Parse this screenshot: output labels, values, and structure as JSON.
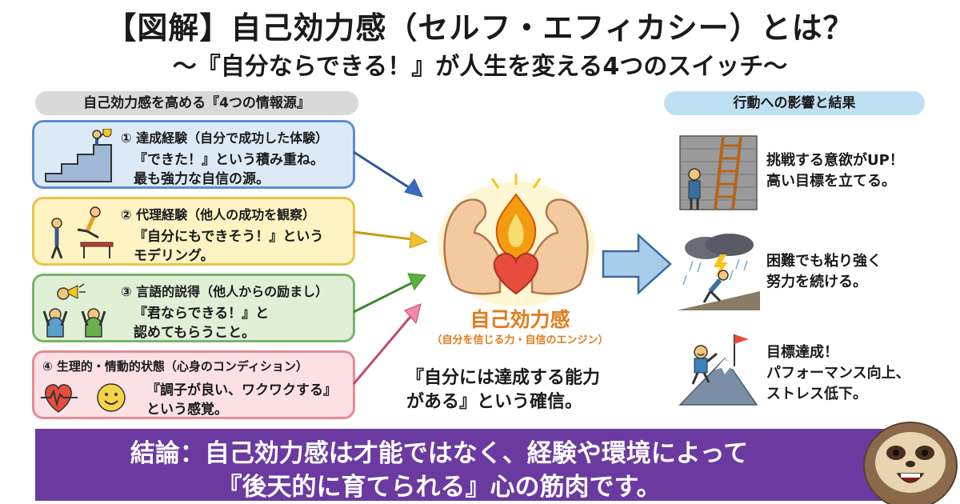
{
  "title": "【図解】自己効力感（セルフ・エフィカシー）とは？",
  "subtitle": "〜『自分ならできる！』が人生を変える4つのスイッチ〜",
  "sources": {
    "header": "自己効力感を高める『4つの情報源』",
    "items": [
      {
        "heading": "① 達成経験（自分で成功した体験）",
        "line1": "『できた！』という積み重ね。",
        "line2": "最も強力な自信の源。",
        "color": "#5b8fcf"
      },
      {
        "heading": "② 代理経験（他人の成功を観察）",
        "line1": "『自分にもできそう！』という",
        "line2": "モデリング。",
        "color": "#e8c24a"
      },
      {
        "heading": "③ 言語的説得（他人からの励まし）",
        "line1": "『君ならできる！』と",
        "line2": "認めてもらうこと。",
        "color": "#7cb36a"
      },
      {
        "heading": "④ 生理的・情動的状態（心身のコンディション）",
        "line1": "『調子が良い、ワクワクする』",
        "line2": "という感覚。",
        "color": "#e98a96"
      }
    ]
  },
  "center": {
    "label": "自己効力感",
    "sub": "（自分を信じる力・自信のエンジン）",
    "quote1": "『自分には達成する能力",
    "quote2": "がある』という確信。"
  },
  "results": {
    "header": "行動への影響と結果",
    "items": [
      {
        "line1": "挑戦する意欲がUP！",
        "line2": "高い目標を立てる。"
      },
      {
        "line1": "困難でも粘り強く",
        "line2": "努力を続ける。"
      },
      {
        "line1": "目標達成！",
        "line2": "パフォーマンス向上、",
        "line3": "ストレス低下。"
      }
    ]
  },
  "conclusion": {
    "line1": "結論：自己効力感は才能ではなく、経験や環境によって",
    "line2": "『後天的に育てられる』心の筋肉です。",
    "bg": "#6b3aa0"
  },
  "icons": [
    "trophy-stairs-icon",
    "hurdle-runner-icon",
    "cheering-people-icon",
    "heartbeat-smile-icon",
    "flexed-arms-flame-heart-icon",
    "ladder-wall-icon",
    "storm-walker-icon",
    "summit-flag-icon",
    "sloth-mascot-icon"
  ]
}
